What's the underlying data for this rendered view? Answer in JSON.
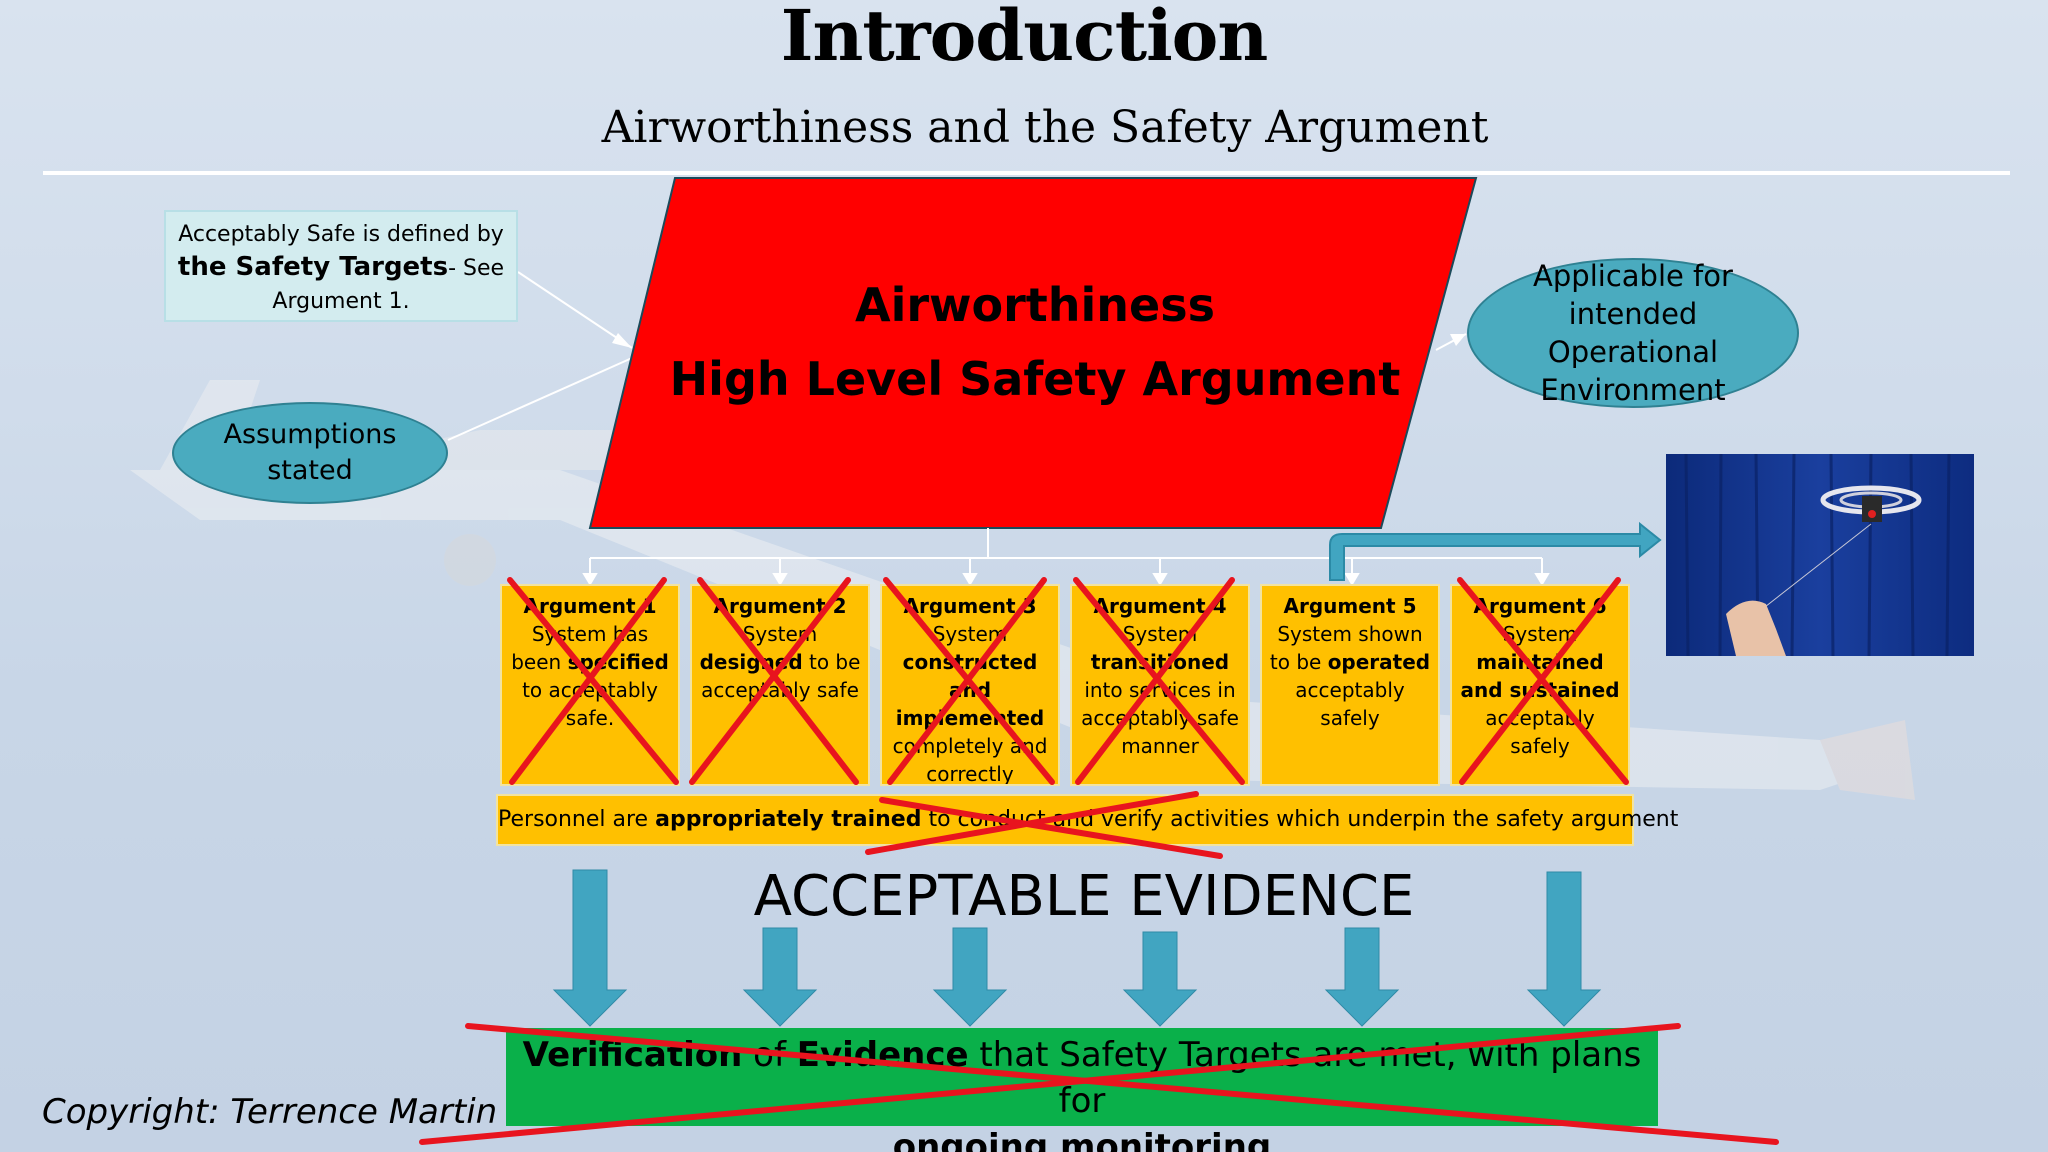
{
  "slide": {
    "title": "Introduction",
    "subtitle": "Airworthiness and the Safety Argument",
    "copyright": "Copyright: Terrence Martin"
  },
  "note": {
    "line1": "Acceptably Safe is defined by",
    "bold": "the Safety Targets",
    "line2_rest": "- See",
    "line3": "Argument 1."
  },
  "assumptions": {
    "line1": "Assumptions",
    "line2": "stated"
  },
  "applicable": {
    "line1": "Applicable for",
    "line2": "intended",
    "line3": "Operational",
    "line4": "Environment"
  },
  "main": {
    "line1": "Airworthiness",
    "line2": "High Level Safety Argument"
  },
  "arguments": [
    {
      "heading": "Argument 1",
      "l1": "System has",
      "l2a": "been ",
      "l2b": "specified",
      "l3": "to acceptably",
      "l4": "safe."
    },
    {
      "heading": "Argument 2",
      "l1": "System",
      "l2a": "designed",
      "l2b": " to be",
      "l3": "acceptably safe"
    },
    {
      "heading": "Argument 3",
      "l1": "System",
      "l2": "constructed",
      "l3": "and",
      "l4": "implemented",
      "l5": "completely and",
      "l6": "correctly"
    },
    {
      "heading": "Argument 4",
      "l1": "System",
      "l2": "transitioned",
      "l3": "into services in",
      "l4": "acceptably safe",
      "l5": "manner"
    },
    {
      "heading": "Argument 5",
      "l1": "System shown",
      "l2a": "to be ",
      "l2b": "operated",
      "l3": "acceptably",
      "l4": "safely"
    },
    {
      "heading": "Argument 6",
      "l1": "System",
      "l2": "maintained",
      "l3": "and sustained",
      "l4": "acceptably",
      "l5": "safely"
    }
  ],
  "personnel": {
    "pre": "Personnel are ",
    "bold": "appropriately trained",
    "post": " to conduct and verify activities which underpin the safety argument"
  },
  "evidence": "ACCEPTABLE EVIDENCE",
  "verification": {
    "bold1": "Verification",
    "mid": " of ",
    "bold2": "Evidence",
    "rest": " that Safety Targets are met, with plans for",
    "line2": "ongoing monitoring"
  },
  "colors": {
    "argument_fill": "#ffc000",
    "main_fill": "#ff0000",
    "oval_fill": "#4aabbf",
    "arrow": "#41a5c1",
    "cross": "#e8141e",
    "verification_fill": "#0ab04a"
  }
}
